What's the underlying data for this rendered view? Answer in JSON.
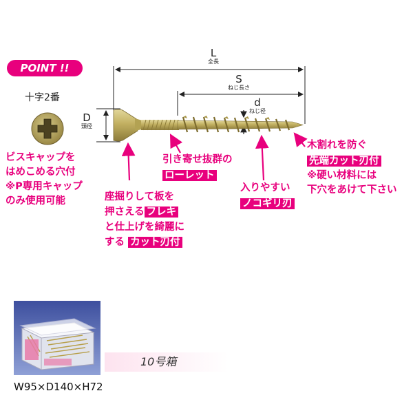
{
  "point_badge": "POINT !!",
  "head": {
    "label": "十字2番"
  },
  "dimensions": {
    "L": {
      "symbol": "L",
      "caption": "全長"
    },
    "S": {
      "symbol": "S",
      "caption": "ねじ長さ"
    },
    "d": {
      "symbol": "d",
      "caption": "ねじ径"
    },
    "D": {
      "symbol": "D",
      "caption": "頭径"
    }
  },
  "callouts": {
    "cap": [
      "ビスキャップを",
      "はめこめる穴付",
      "※P専用キャップ",
      "のみ使用可能"
    ],
    "knurl": {
      "line1": "引き寄せ抜群の",
      "highlight": "ローレット"
    },
    "nib": {
      "line1": "座掘りして板を",
      "line2_pre": "押さえる",
      "line2_hl": "フレキ",
      "line3": "と仕上げを綺麗に",
      "line4_pre": "する",
      "line4_hl": "カット刃付"
    },
    "saw": {
      "line1": "入りやすい",
      "highlight": "ノコギリ刃"
    },
    "tip": {
      "line1": "木割れを防ぐ",
      "highlight": "先端カット刃付",
      "note1": "※硬い材料には",
      "note2": "下穴をあけて下さい"
    }
  },
  "box": {
    "label": "10号箱",
    "size": "W95×D140×H72"
  },
  "colors": {
    "accent": "#e8007d",
    "screw": "#c7b566",
    "box_bg": "#5b6fb4"
  }
}
